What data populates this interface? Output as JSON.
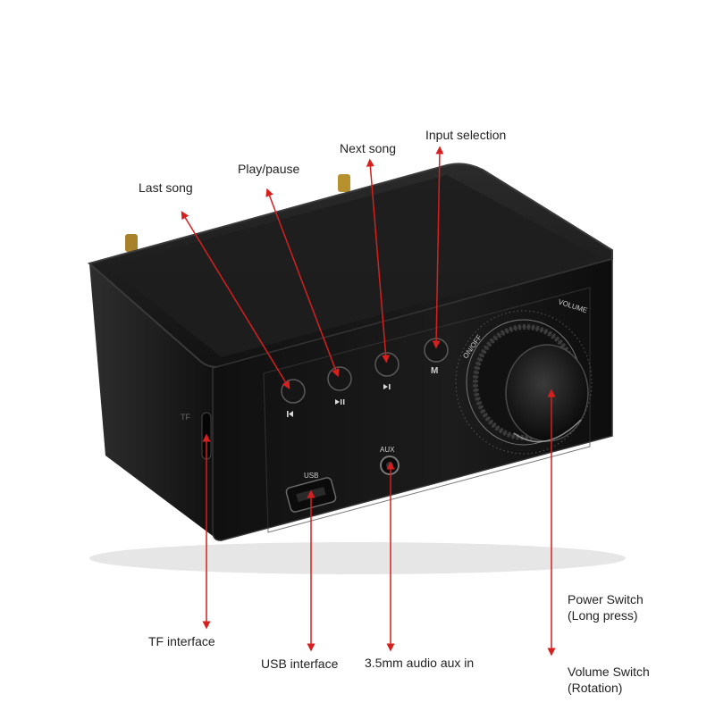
{
  "callouts": {
    "last_song": "Last song",
    "play_pause": "Play/pause",
    "next_song": "Next song",
    "input_selection": "Input selection",
    "tf_interface": "TF interface",
    "usb_interface": "USB interface",
    "aux_in": "3.5mm audio  aux in",
    "power_switch_line1": "Power Switch",
    "power_switch_line2": "(Long press)",
    "volume_switch_line1": "Volume Switch",
    "volume_switch_line2": "(Rotation)"
  },
  "device_labels": {
    "tf": "TF",
    "usb": "USB",
    "aux": "AUX",
    "volume": "VOLUME",
    "on_off": "ON/OFF",
    "mode_button": "M"
  },
  "colors": {
    "arrow": "#d61f1f",
    "device_body": "#1a1a1a",
    "background": "#ffffff"
  }
}
